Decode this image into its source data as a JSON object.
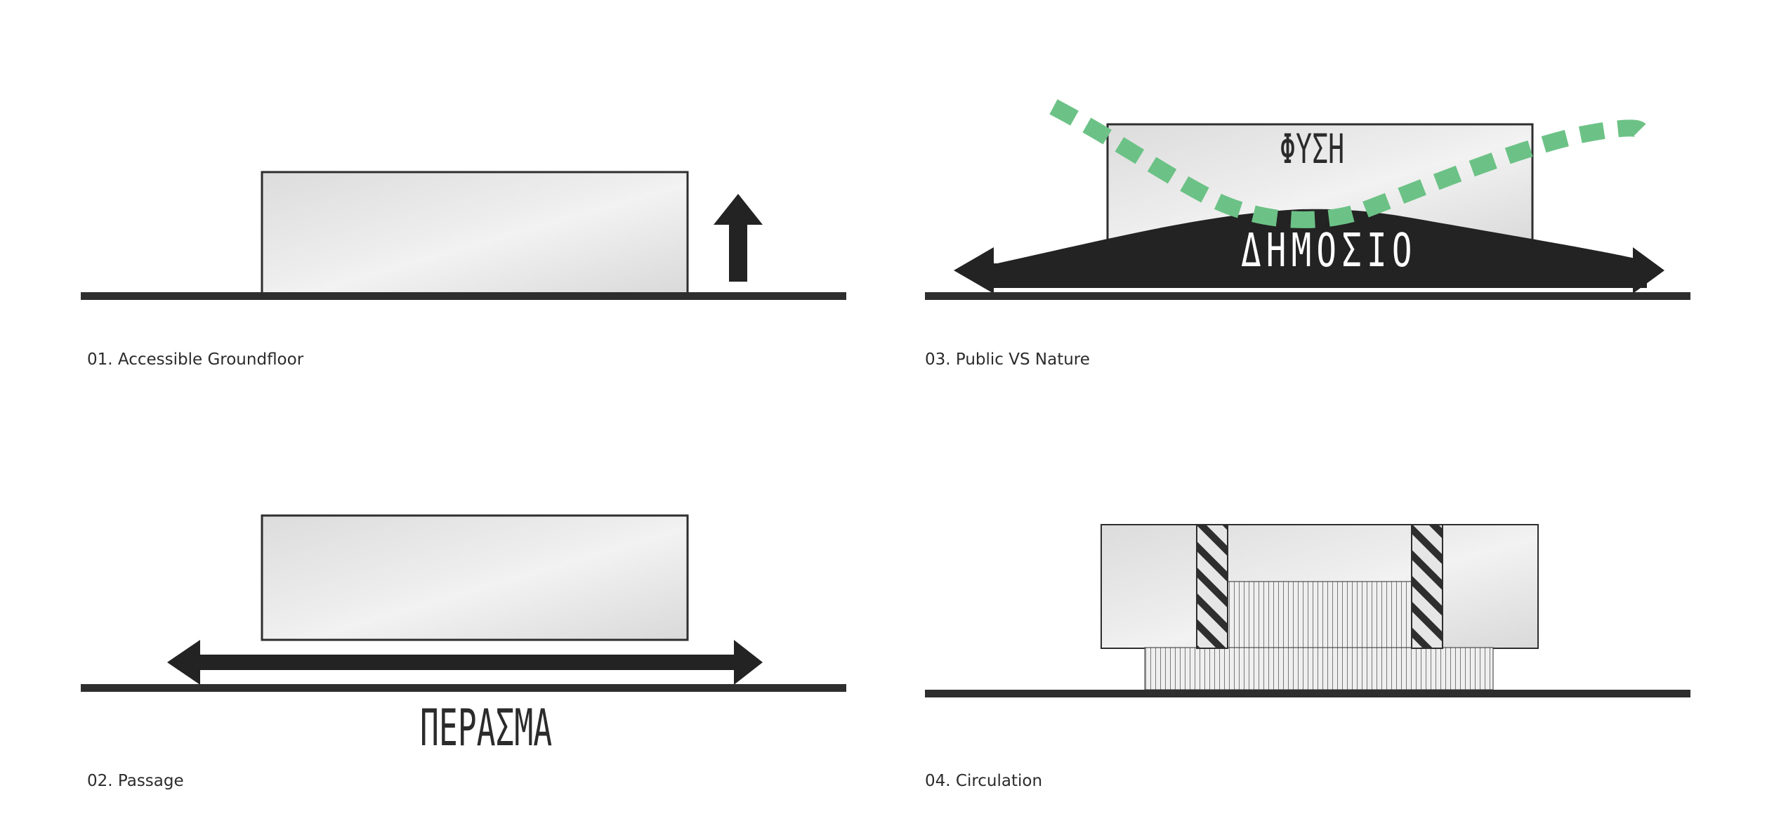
{
  "panels": [
    {
      "id": "p1",
      "caption": "01. Accessible Groundfloor"
    },
    {
      "id": "p2",
      "caption": "02. Passage",
      "word": "ΠΕΡΑΣΜΑ"
    },
    {
      "id": "p3",
      "caption": "03. Public VS Nature",
      "word_top": "ΦΥΣΗ",
      "word_bottom": "ΔΗΜΟΣΙΟ"
    },
    {
      "id": "p4",
      "caption": "04. Circulation"
    }
  ],
  "colors": {
    "ground": "#2e2e2e",
    "volume_fill": "#e4e4e4",
    "volume_stroke": "#2e2e2e",
    "arrow": "#232323",
    "nature_green": "#6cc286",
    "hatch": "#2e2e2e"
  }
}
